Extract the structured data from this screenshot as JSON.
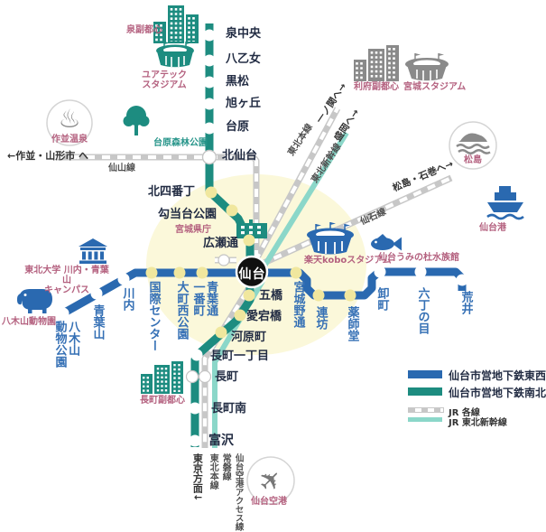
{
  "hub": {
    "name": "仙台"
  },
  "stations": {
    "namboku": [
      "泉中央",
      "八乙女",
      "黒松",
      "旭ヶ丘",
      "台原",
      "北仙台",
      "北四番丁",
      "勾当台公園",
      "広瀬通",
      "五橋",
      "愛宕橋",
      "河原町",
      "長町一丁目",
      "長町",
      "長町南",
      "富沢"
    ],
    "tozai": [
      "八木山\n動物公園",
      "青葉山",
      "川内",
      "国際センター",
      "大町西公園",
      "青葉通\n一番町",
      "宮城野通",
      "連坊",
      "薬師堂",
      "卸町",
      "六丁の目",
      "荒井"
    ]
  },
  "jr_lines": {
    "senzan": "仙山線",
    "senseki": "仙石線",
    "tohoku_main": "東北本線",
    "tohoku_shinkansen": "東北新幹線",
    "joban": "常磐線",
    "airport_access": "仙台空港アクセス線"
  },
  "directions": {
    "sakunami_yamagata": "←作並・山形市 へ",
    "ichinoseki": "一ノ関へ→",
    "morioka": "盛岡へ→",
    "matsushima_ishinomaki": "松島・石巻へ→",
    "tokyo": "東京方面↓"
  },
  "landmarks": {
    "izumi_subcenter": "泉副都心",
    "yurtec_stadium": "ユアテック\nスタジアム",
    "dainohara_forest_park": "台原森林公園",
    "sakunami_onsen": "作並温泉",
    "rifu_subcenter": "利府副都心",
    "miyagi_stadium": "宮城スタジアム",
    "matsushima": "松島",
    "sendai_port": "仙台港",
    "umino_mori_aquarium": "仙台うみの杜水族館",
    "rakuten_kobo_stadium": "楽天koboスタジアム",
    "pref_office": "宮城県庁",
    "tohoku_univ_campus": "東北大学 川内・青葉山\nキャンパス",
    "yagiyama_zoo": "八木山動物園",
    "nagamachi_subcenter": "長町副都心",
    "sendai_airport": "仙台空港"
  },
  "legend": {
    "tozai": "仙台市営地下鉄東西線",
    "namboku": "仙台市営地下鉄南北線",
    "jr": "JR 各線",
    "shinkansen": "JR 東北新幹線"
  },
  "icons": {
    "onsen": "♨",
    "airplane": "✈"
  },
  "colors": {
    "tozai_blue": "#2a69b0",
    "namboku_teal": "#1d8c80",
    "shinkansen_mint": "#8bd7c9",
    "jr_gray": "#c7c7c7",
    "center_zone_yellow": "#fbf8da",
    "zone_station_dot": "#f0e79e",
    "landmark_pink": "#b4617f",
    "station_text_dark": "#232d44"
  }
}
